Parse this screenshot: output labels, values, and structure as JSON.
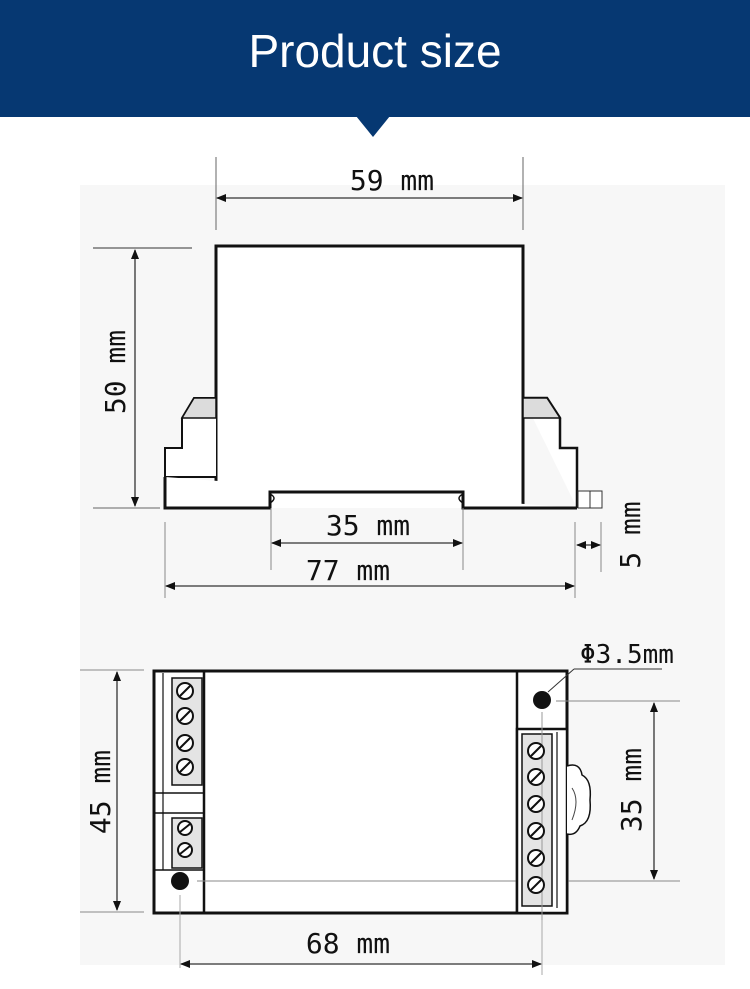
{
  "header": {
    "title": "Product size",
    "background_color": "#063872",
    "text_color": "#ffffff"
  },
  "side_view": {
    "width_label": "59 mm",
    "height_label": "50 mm",
    "rail_label": "35 mm",
    "total_width_label": "77 mm",
    "offset_label": "5 mm"
  },
  "top_view": {
    "height_label": "45 mm",
    "hole_label": "Φ3.5mm",
    "hole_spacing_label": "35 mm",
    "length_label": "68 mm",
    "left_terminal_screws_upper": 4,
    "left_terminal_screws_lower": 2,
    "right_terminal_screws": 6
  },
  "colors": {
    "drawing_bg": "#f7f7f7",
    "line": "#111111",
    "fill_gray": "#dcdcdc"
  }
}
